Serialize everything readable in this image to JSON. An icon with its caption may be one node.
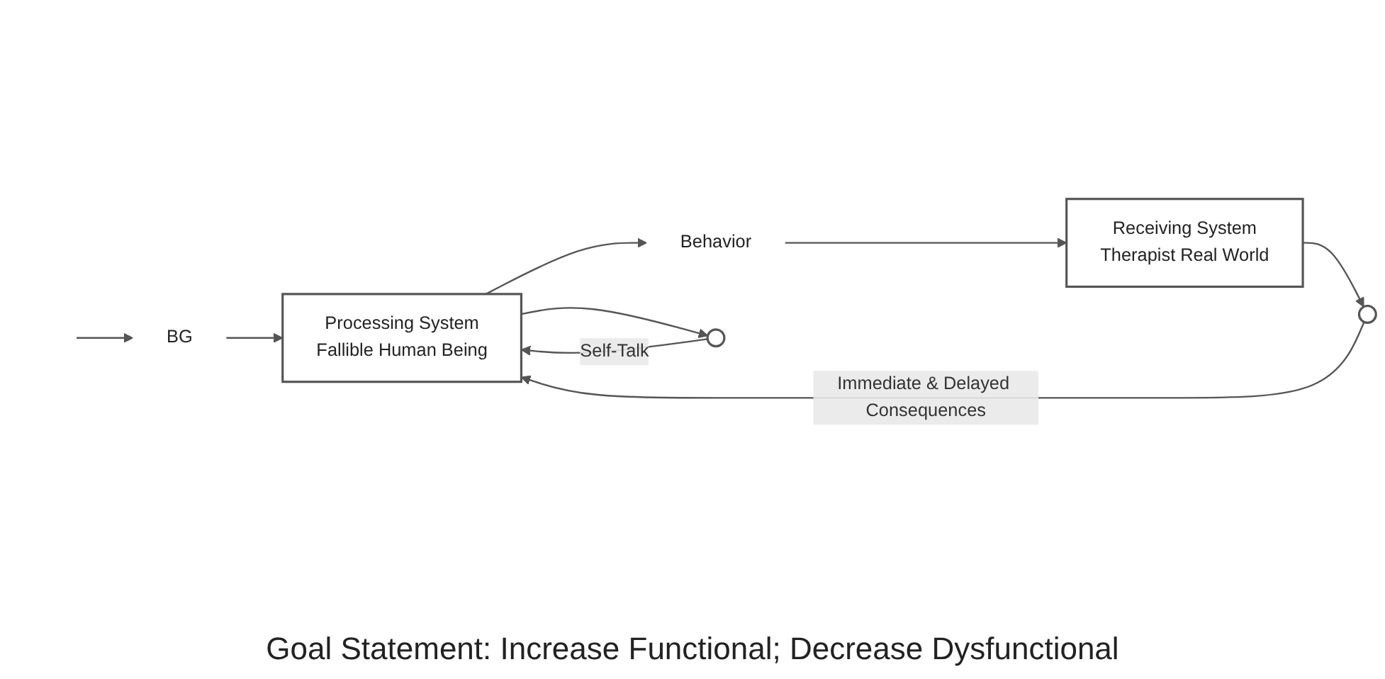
{
  "diagram": {
    "caption": "Goal Statement: Increase Functional; Decrease Dysfunctional",
    "nodes": [
      {
        "text": [
          "BG"
        ]
      },
      {
        "text": [
          "Processing System",
          "Fallible Human Being"
        ]
      },
      {
        "text": [
          "Behavior"
        ]
      },
      {
        "text": [
          "Receiving System",
          "Therapist Real World"
        ]
      },
      {
        "text": [],
        "shape": "circle"
      },
      {
        "text": [],
        "shape": "circle"
      }
    ],
    "edges": [
      {
        "from": null,
        "to": 0,
        "arrow": "to"
      },
      {
        "from": 0,
        "to": 1,
        "arrow": "to"
      },
      {
        "from": 1,
        "to": 2,
        "arrow": "to"
      },
      {
        "from": 2,
        "to": 3,
        "arrow": "to"
      },
      {
        "from": 1,
        "to": 4,
        "arrow": "to"
      },
      {
        "from": 4,
        "to": 1,
        "label": "Self-Talk",
        "arrow": "to"
      },
      {
        "from": 3,
        "to": 5,
        "arrow": "to"
      },
      {
        "from": 5,
        "to": 1,
        "label": "Immediate & Delayed Consequences",
        "arrow": "to"
      }
    ]
  }
}
